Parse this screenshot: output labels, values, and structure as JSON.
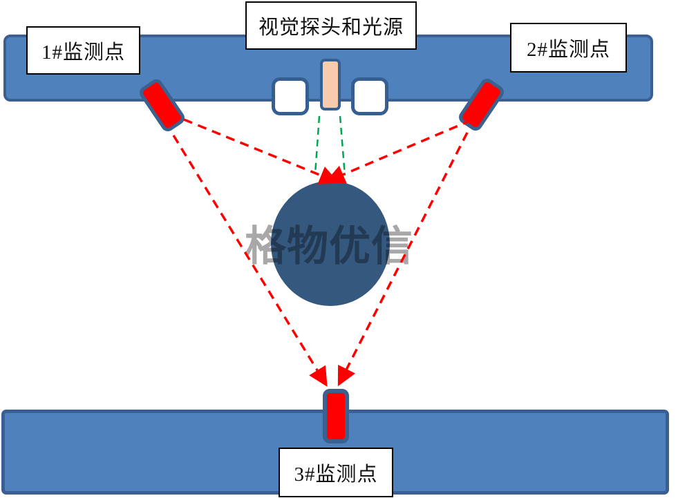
{
  "diagram": {
    "probe_box": {
      "label": "视觉探头和光源"
    },
    "monitor_points": [
      {
        "label": "1#监测点"
      },
      {
        "label": "2#监测点"
      },
      {
        "label": "3#监测点"
      }
    ],
    "watermark": {
      "text": "格物优信",
      "color": "#A8A8A8"
    },
    "colors": {
      "beam_fill": "#4F81BD",
      "beam_border": "#3A5F92",
      "sensor_fill": "#FF0000",
      "sensor_border": "#3B618F",
      "object_fill": "#35587F",
      "laser_line": "#FF0000",
      "light_line": "#00A651",
      "light_source_fill": "#F8CBAD",
      "camera_fill": "#FFFFFF",
      "label_border": "#000000"
    }
  }
}
